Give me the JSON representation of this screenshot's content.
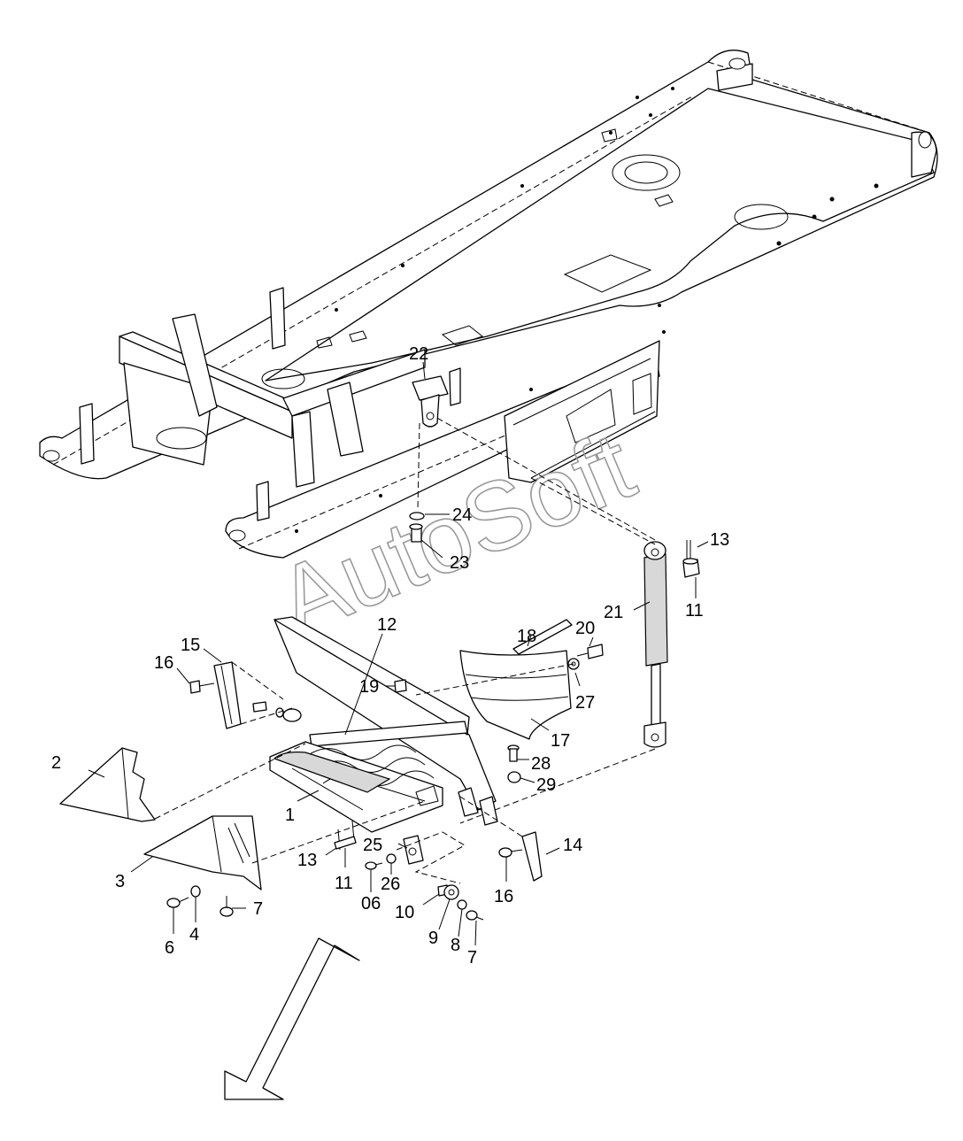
{
  "watermark": "AutoSoft",
  "callouts": {
    "c1": "1",
    "c2": "2",
    "c3": "3",
    "c4": "4",
    "c6": "6",
    "c06": "06",
    "c7a": "7",
    "c7b": "7",
    "c8": "8",
    "c9": "9",
    "c10": "10",
    "c11a": "11",
    "c11b": "11",
    "c12": "12",
    "c13a": "13",
    "c13b": "13",
    "c14": "14",
    "c15": "15",
    "c16a": "16",
    "c16b": "16",
    "c17": "17",
    "c18": "18",
    "c19": "19",
    "c20": "20",
    "c21": "21",
    "c22": "22",
    "c23": "23",
    "c24": "24",
    "c25": "25",
    "c26": "26",
    "c27": "27",
    "c28": "28",
    "c29": "29"
  },
  "icons": {
    "direction": "direction-arrow-icon"
  }
}
